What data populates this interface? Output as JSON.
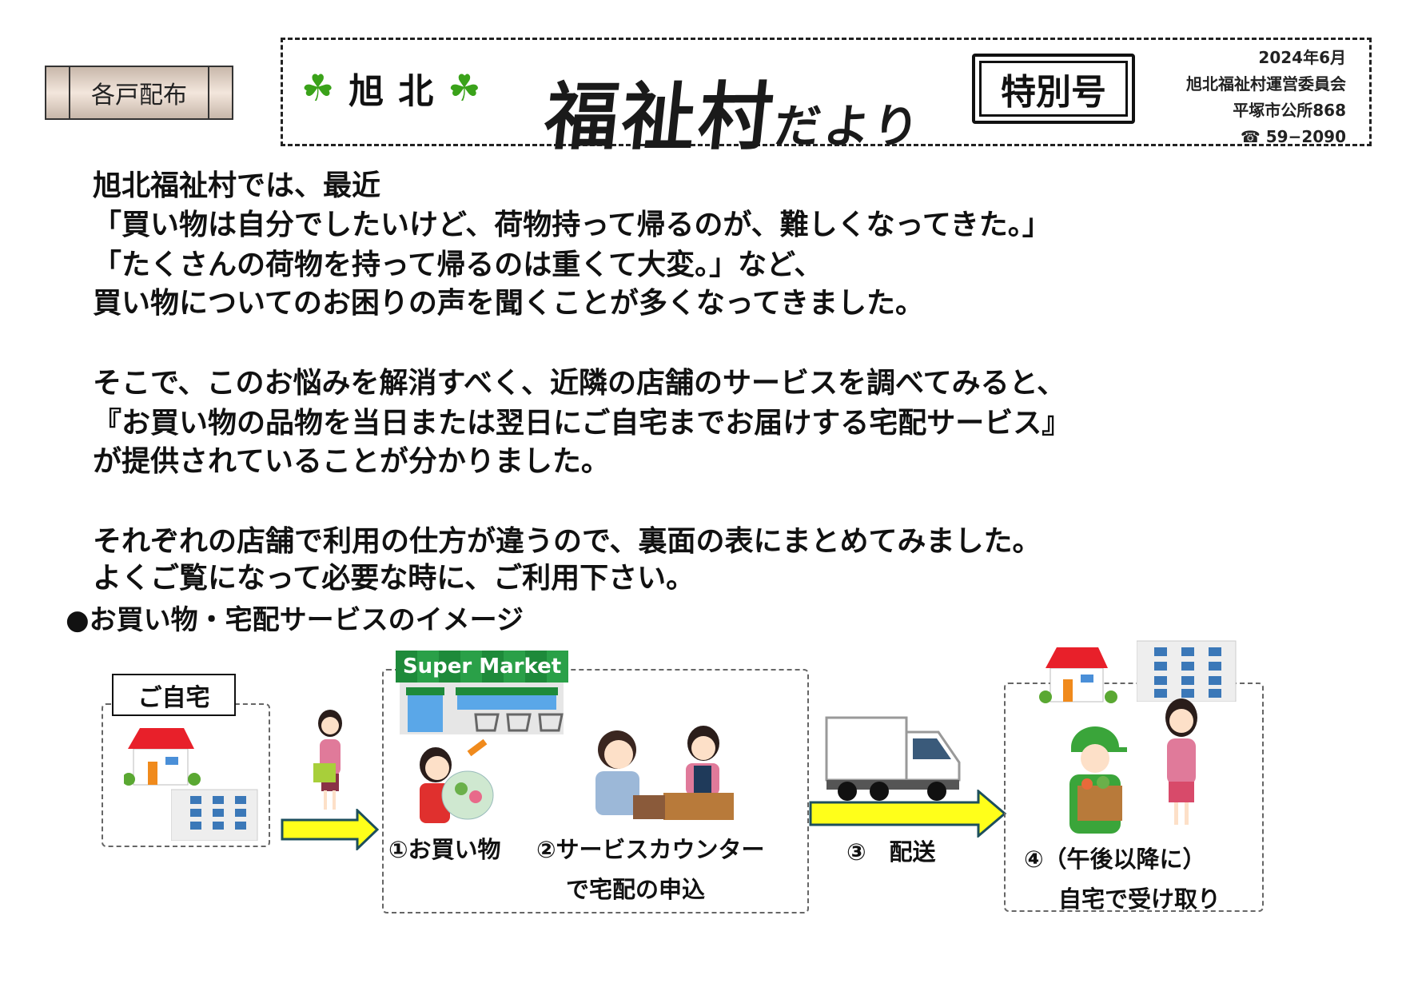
{
  "distribution_badge": "各戸配布",
  "header": {
    "org": "旭北",
    "org_chars": [
      "旭",
      "北"
    ],
    "title_main": "福祉村",
    "title_suffix": "だより",
    "special_issue": "特別号",
    "date": "2024年6月",
    "publisher": "旭北福祉村運営委員会",
    "address": "平塚市公所868",
    "phone_icon": "☎",
    "phone": "59−2090"
  },
  "body": {
    "p1": [
      "旭北福祉村では、最近",
      "「買い物は自分でしたいけど、荷物持って帰るのが、難しくなってきた。」",
      "「たくさんの荷物を持って帰るのは重くて大変。」など、",
      "買い物についてのお困りの声を聞くことが多くなってきました。"
    ],
    "p2": [
      "そこで、このお悩みを解消すべく、近隣の店舗のサービスを調べてみると、",
      "『お買い物の品物を当日または翌日にご自宅までお届けする宅配サービス』",
      "が提供されていることが分かりました。"
    ],
    "p3": [
      "それぞれの店舗で利用の仕方が違うので、裏面の表にまとめてみました。",
      "よくご覧になって必要な時に、ご利用下さい。"
    ]
  },
  "diagram": {
    "heading": "●お買い物・宅配サービスのイメージ",
    "home_label": "ご自宅",
    "store_sign": "Super Market",
    "step1": "①お買い物",
    "step2_line1": "②サービスカウンター",
    "step2_line2": "で宅配の申込",
    "step3": "③　配送",
    "step4_line1": "④（午後以降に）",
    "step4_line2": "自宅で受け取り"
  },
  "colors": {
    "clover": "#3aa21a",
    "arrow": "#ffff1a",
    "arrow_border": "#1d4f5c",
    "store_green": "#1e8a3a"
  }
}
